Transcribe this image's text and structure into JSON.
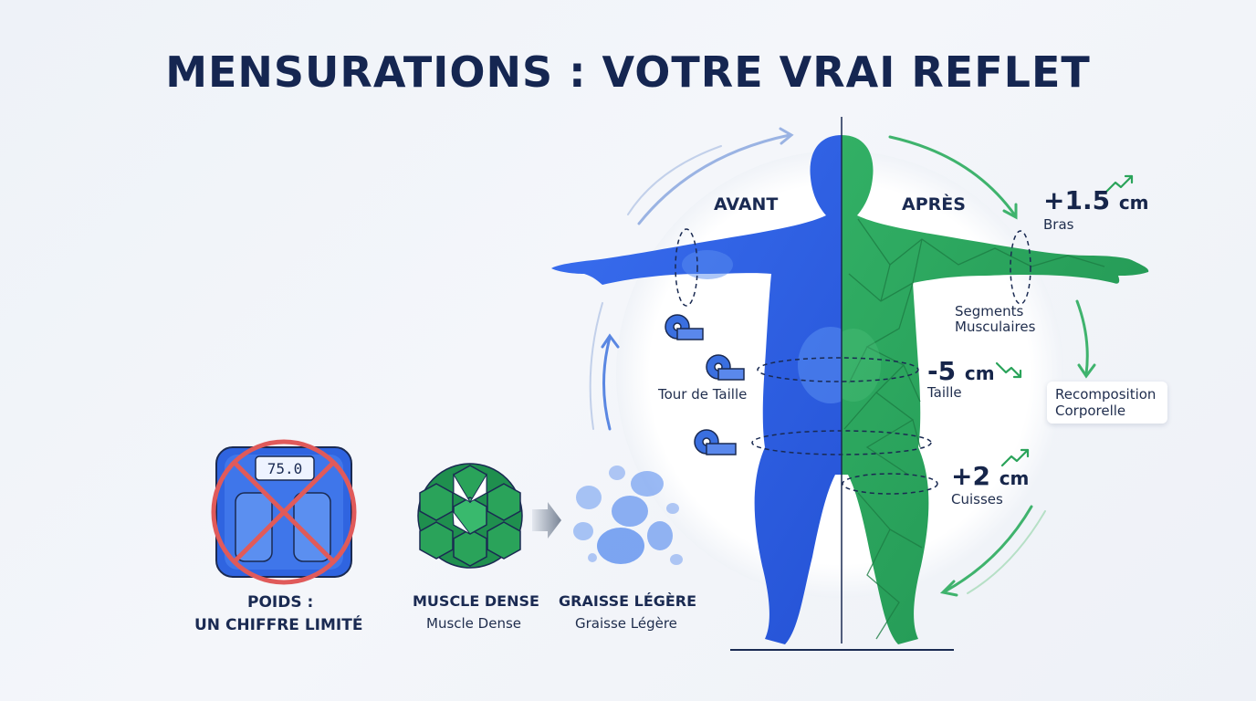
{
  "title": "MENSURATIONS : VOTRE VRAI REFLET",
  "scale": {
    "display": "75.0",
    "caption_line1": "POIDS :",
    "caption_line2": "UN CHIFFRE LIMITÉ"
  },
  "muscle": {
    "title": "MUSCLE DENSE",
    "subtitle": "Muscle Dense"
  },
  "fat": {
    "title": "GRAISSE LÉGÈRE",
    "subtitle": "Graisse Légère"
  },
  "body": {
    "before_label": "AVANT",
    "after_label": "APRÈS",
    "waist_label": "Tour de Taille",
    "segments_line1": "Segments",
    "segments_line2": "Musculaires"
  },
  "stats": {
    "arms": {
      "value": "+1.5",
      "unit": "cm",
      "label": "Bras",
      "trend": "up"
    },
    "waist": {
      "value": "-5",
      "unit": "cm",
      "label": "Taille",
      "trend": "down"
    },
    "thighs": {
      "value": "+2",
      "unit": "cm",
      "label": "Cuisses",
      "trend": "up"
    }
  },
  "recomposition": {
    "line1": "Recomposition",
    "line2": "Corporelle"
  },
  "colors": {
    "title": "#152651",
    "blue": "#2f64e0",
    "green": "#2aa35a",
    "cross": "#e05a5a",
    "tape": "#3a6fe0"
  }
}
